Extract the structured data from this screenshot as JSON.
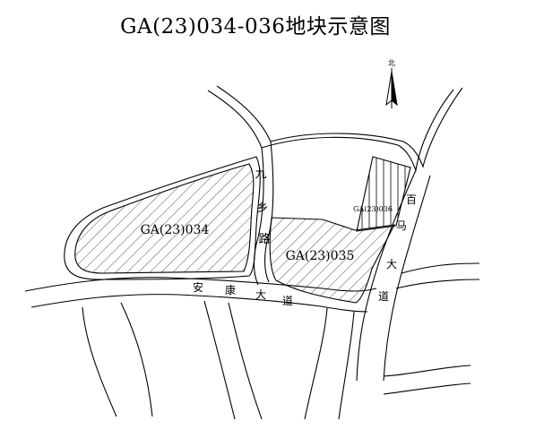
{
  "title": "GA(23)034-036地块示意图",
  "north_arrow": {
    "label": "北",
    "icon": "north-arrow-icon"
  },
  "parcels": [
    {
      "id": "GA(23)034",
      "fill_pattern": "diagonal-hatch"
    },
    {
      "id": "GA(23)035",
      "fill_pattern": "diagonal-hatch"
    },
    {
      "id": "GA(23)036",
      "fill_pattern": "vertical-hatch"
    }
  ],
  "roads": {
    "jiuxiang": [
      "九",
      "乡",
      "路"
    ],
    "ankang": [
      "安",
      "康",
      "大",
      "道"
    ],
    "baima": [
      "百",
      "马",
      "大",
      "道"
    ]
  },
  "colors": {
    "line": "#000000",
    "background": "#ffffff"
  }
}
